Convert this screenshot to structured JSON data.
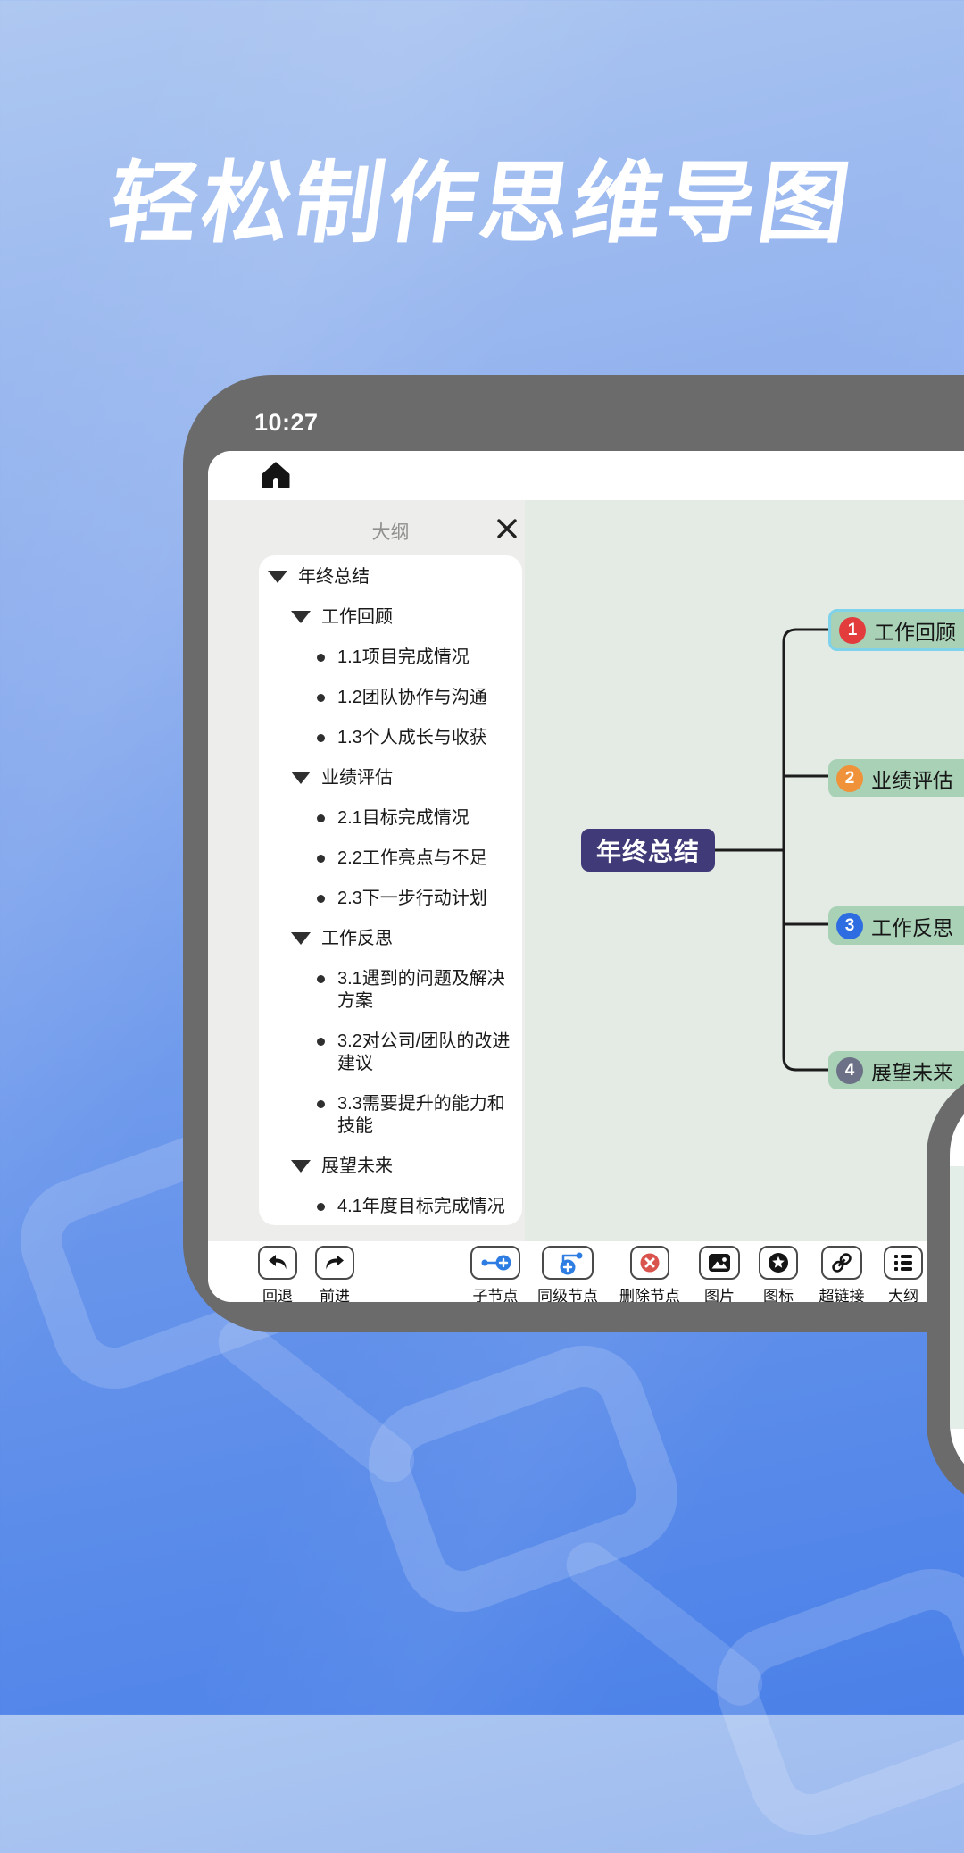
{
  "headline": "轻松制作思维导图",
  "tablet": {
    "status_time": "10:27"
  },
  "outline_panel": {
    "title": "大纲",
    "items": [
      {
        "level": 0,
        "type": "branch",
        "label": "年终总结"
      },
      {
        "level": 1,
        "type": "branch",
        "label": "工作回顾"
      },
      {
        "level": 2,
        "type": "leaf",
        "label": "1.1项目完成情况"
      },
      {
        "level": 2,
        "type": "leaf",
        "label": "1.2团队协作与沟通"
      },
      {
        "level": 2,
        "type": "leaf",
        "label": "1.3个人成长与收获"
      },
      {
        "level": 1,
        "type": "branch",
        "label": "业绩评估"
      },
      {
        "level": 2,
        "type": "leaf",
        "label": "2.1目标完成情况"
      },
      {
        "level": 2,
        "type": "leaf",
        "label": "2.2工作亮点与不足"
      },
      {
        "level": 2,
        "type": "leaf",
        "label": "2.3下一步行动计划"
      },
      {
        "level": 1,
        "type": "branch",
        "label": "工作反思"
      },
      {
        "level": 2,
        "type": "leaf",
        "label": "3.1遇到的问题及解决方案"
      },
      {
        "level": 2,
        "type": "leaf",
        "label": "3.2对公司/团队的改进建议"
      },
      {
        "level": 2,
        "type": "leaf",
        "label": "3.3需要提升的能力和技能"
      },
      {
        "level": 1,
        "type": "branch",
        "label": "展望未来"
      },
      {
        "level": 2,
        "type": "leaf",
        "label": "4.1年度目标完成情况"
      }
    ]
  },
  "mindmap": {
    "root_label": "年终总结",
    "branches": [
      {
        "badge": "1",
        "label": "工作回顾",
        "badge_color": "#e23c3c",
        "selected": true
      },
      {
        "badge": "2",
        "label": "业绩评估",
        "badge_color": "#f0923a",
        "selected": false
      },
      {
        "badge": "3",
        "label": "工作反思",
        "badge_color": "#2e6ce2",
        "selected": false
      },
      {
        "badge": "4",
        "label": "展望未来",
        "badge_color": "#6d7187",
        "selected": false
      }
    ],
    "node_color": "#a8d1b6",
    "root_color": "#403a78",
    "selected_border_color": "#7ed2ea",
    "connector_color": "#1c1c1c",
    "canvas_color": "#e3ebe4"
  },
  "toolbar": {
    "items": [
      {
        "icon": "undo",
        "label": "回退"
      },
      {
        "icon": "redo",
        "label": "前进"
      },
      {
        "icon": "child-node",
        "label": "子节点"
      },
      {
        "icon": "sibling-node",
        "label": "同级节点"
      },
      {
        "icon": "delete-node",
        "label": "删除节点"
      },
      {
        "icon": "image",
        "label": "图片"
      },
      {
        "icon": "icon-star",
        "label": "图标"
      },
      {
        "icon": "hyperlink",
        "label": "超链接"
      },
      {
        "icon": "outline",
        "label": "大纲"
      }
    ],
    "accent_blue": "#2e7de2",
    "delete_red": "#d9544d"
  },
  "colors": {
    "background_top": "#aec8f1",
    "background_bottom": "#4a80e8",
    "device_frame": "#6b6b6b"
  }
}
